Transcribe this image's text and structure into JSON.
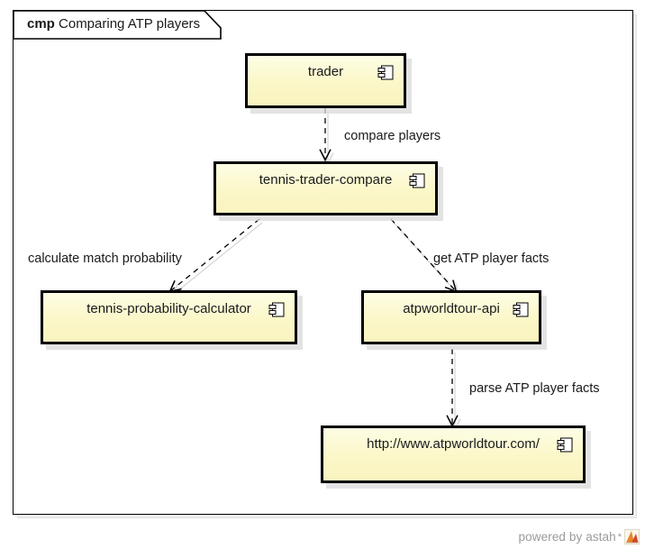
{
  "diagram": {
    "frame": {
      "keyword": "cmp",
      "title": "Comparing ATP players"
    },
    "components": [
      {
        "id": "trader",
        "label": "trader",
        "icon": "uml-component-icon"
      },
      {
        "id": "trader-compare",
        "label": "tennis-trader-compare",
        "icon": "uml-component-icon"
      },
      {
        "id": "prob-calculator",
        "label": "tennis-probability-calculator",
        "icon": "uml-component-icon"
      },
      {
        "id": "atpworldtour-api",
        "label": "atpworldtour-api",
        "icon": "uml-component-icon"
      },
      {
        "id": "atp-website",
        "label": "http://www.atpworldtour.com/",
        "icon": "uml-component-icon"
      }
    ],
    "dependencies": [
      {
        "id": "compare-players",
        "label": "compare players",
        "from": "trader",
        "to": "trader-compare"
      },
      {
        "id": "calculate-match",
        "label": "calculate match probability",
        "from": "trader-compare",
        "to": "prob-calculator"
      },
      {
        "id": "get-atp-facts",
        "label": "get ATP player facts",
        "from": "trader-compare",
        "to": "atpworldtour-api"
      },
      {
        "id": "parse-atp-facts",
        "label": "parse ATP player facts",
        "from": "atpworldtour-api",
        "to": "atp-website"
      }
    ],
    "watermark": {
      "text": "powered by astah",
      "mark": "*"
    },
    "colors": {
      "component_fill": "#fdfde4",
      "component_fill_bottom": "#faf4bf",
      "component_border": "#000000",
      "edge": "#000000",
      "frame_border": "#000000",
      "shadow": "#d9d9d9",
      "watermark_text": "#9a9a9a",
      "logo_orange": "#e8852a",
      "logo_red": "#d0462c"
    }
  }
}
